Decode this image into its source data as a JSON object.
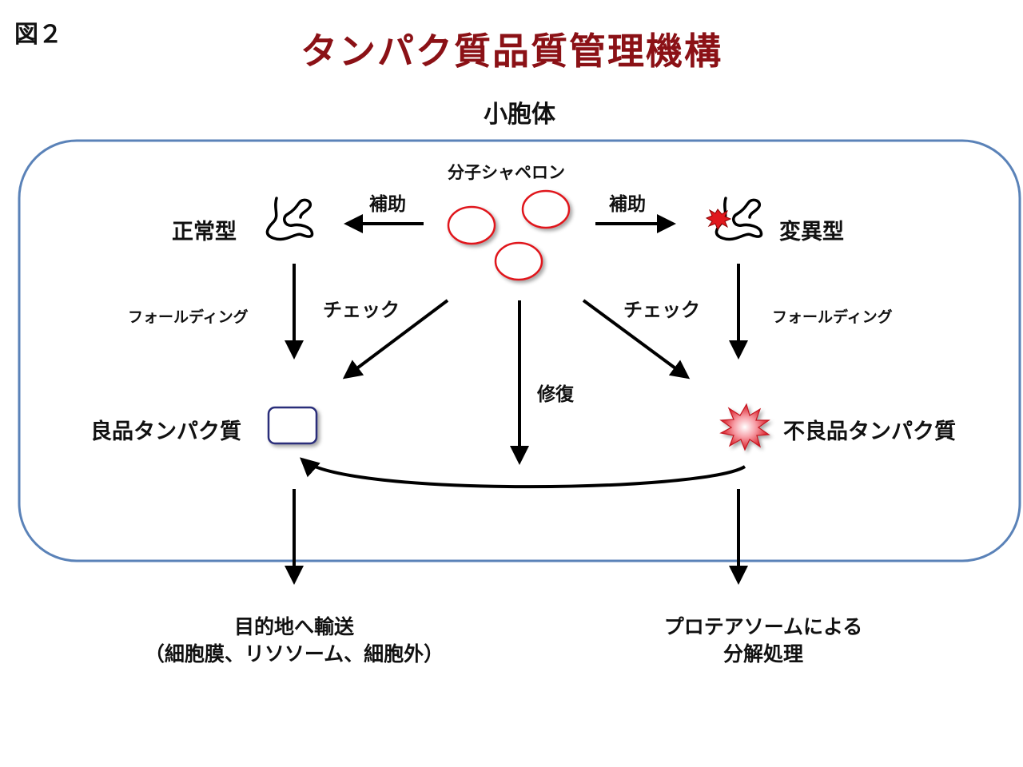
{
  "figure_label": "図２",
  "title": "タンパク質品質管理機構",
  "cell_label": "小胞体",
  "chaperone": {
    "label": "分子シャペロン"
  },
  "assist_left": "補助",
  "assist_right": "補助",
  "normal": {
    "label": "正常型"
  },
  "mutant": {
    "label": "変異型"
  },
  "folding_left": "フォールディング",
  "folding_right": "フォールディング",
  "check_left": "チェック",
  "check_right": "チェック",
  "repair": "修復",
  "good_protein": "良品タンパク質",
  "bad_protein": "不良品タンパク質",
  "destination_left": {
    "line1": "目的地へ輸送",
    "line2": "（細胞膜、リソソーム、細胞外）"
  },
  "destination_right": {
    "line1": "プロテアソームによる",
    "line2": "分解処理"
  },
  "colors": {
    "title": "#8b1116",
    "cell_border": "#5a82b8",
    "chaperone": "#e0181e",
    "good_box": "#2c2f7a",
    "damage": "#e0181e"
  }
}
